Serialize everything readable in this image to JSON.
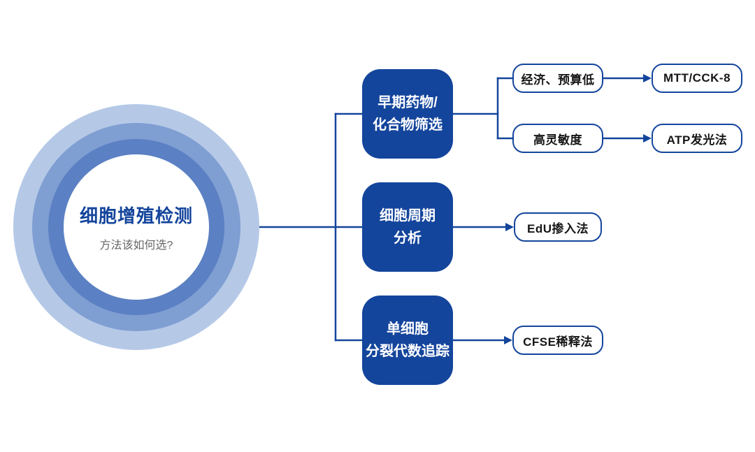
{
  "center": {
    "title": "细胞增殖检测",
    "subtitle": "方法该如何选?"
  },
  "branches": [
    {
      "label": "早期药物/\n化合物筛选"
    },
    {
      "label": "细胞周期\n分析"
    },
    {
      "label": "单细胞\n分裂代数追踪"
    }
  ],
  "conditions": [
    {
      "label": "经济、预算低"
    },
    {
      "label": "高灵敏度"
    }
  ],
  "results": [
    {
      "label": "MTT/CCK-8"
    },
    {
      "label": "ATP发光法"
    },
    {
      "label": "EdU掺入法"
    },
    {
      "label": "CFSE稀释法"
    }
  ],
  "colors": {
    "primary_blue": "#14459C",
    "ring_outer": "#B5C9E7",
    "ring_middle": "#7F9ED2",
    "ring_inner": "#5B80C3",
    "hub_background": "#FFFFFF",
    "subtitle_gray": "#666666",
    "pill_text": "#161616",
    "branch_text": "#FFFFFF"
  }
}
